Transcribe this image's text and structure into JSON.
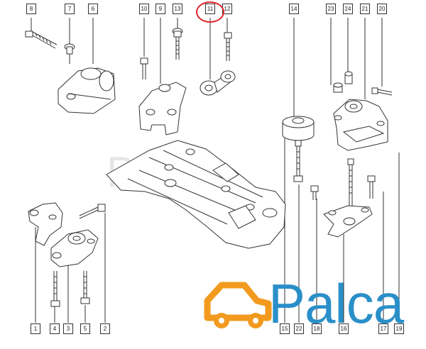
{
  "diagram": {
    "callouts": [
      "8",
      "7",
      "6",
      "10",
      "9",
      "13",
      "11",
      "12",
      "14",
      "23",
      "24",
      "21",
      "20",
      "1",
      "4",
      "3",
      "5",
      "2",
      "15",
      "22",
      "18",
      "16",
      "17",
      "19"
    ],
    "highlighted_callout": "11",
    "watermark_text": "Palca",
    "brand": {
      "name": "Palca",
      "accent": "#f29a1e",
      "text_color": "#2a8fc9"
    },
    "colors": {
      "highlight": "#e0262b",
      "line": "#333333"
    }
  }
}
